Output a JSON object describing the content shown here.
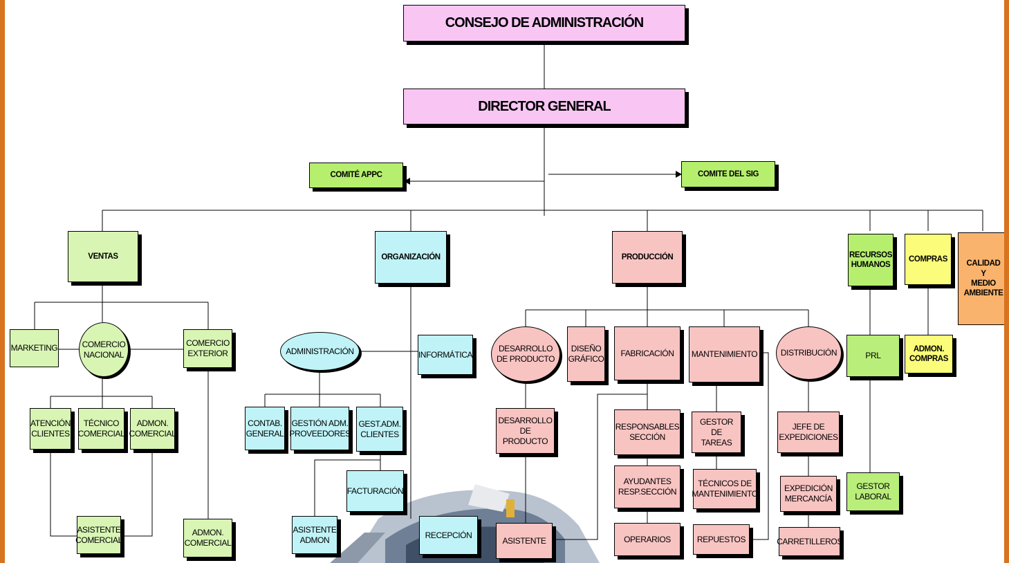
{
  "colors": {
    "frame": "#d8731f",
    "board": "#f9c6f4",
    "sales": "#d8f5b4",
    "committee": "#b6ef6e",
    "organization": "#bff3f7",
    "production": "#f8c4c2",
    "purchasing": "#fbfc7a",
    "quality": "#f9b36d"
  },
  "nodes": {
    "consejo": "CONSEJO DE ADMINISTRACIÓN",
    "director": "DIRECTOR GENERAL",
    "comite_appc": "COMITÉ APPC",
    "comite_sig": "COMITE DEL SIG",
    "ventas": "VENTAS",
    "organizacion": "ORGANIZACIÓN",
    "produccion": "PRODUCCIÓN",
    "rrhh": "RECURSOS\nHUMANOS",
    "compras": "COMPRAS",
    "calidad": "CALIDAD\nY\nMEDIO\nAMBIENTE",
    "marketing": "MARKETING",
    "comercio_nacional": "COMERCIO\nNACIONAL",
    "comercio_exterior": "COMERCIO\nEXTERIOR",
    "atencion_clientes": "ATENCIÓN\nCLIENTES",
    "tecnico_comercial": "TÉCNICO\nCOMERCIAL",
    "admon_comercial_1": "ADMON.\nCOMERCIAL",
    "asistente_comercial": "ASISTENTE\nCOMERCIAL",
    "admon_comercial_2": "ADMON.\nCOMERCIAL",
    "administracion": "ADMINISTRACIÓN",
    "informatica": "INFORMÁTICA",
    "contab_general": "CONTAB.\nGENERAL",
    "gestion_proveedores": "GESTIÓN ADM.\nPROVEEDORES",
    "gest_clientes": "GEST.ADM.\nCLIENTES",
    "facturacion": "FACTURACIÓN",
    "asistente_admon": "ASISTENTE\nADMON",
    "recepcion": "RECEPCIÓN",
    "desarrollo_producto": "DESARROLLO\nDE PRODUCTO",
    "diseno_grafico": "DISEÑO\nGRÁFICO",
    "fabricacion": "FABRICACIÓN",
    "mantenimiento": "MANTENIMIENTO",
    "distribucion": "DISTRIBUCIÓN",
    "desarrollo_producto_2": "DESARROLLO\nDE PRODUCTO",
    "asistente": "ASISTENTE",
    "responsables_seccion": "RESPONSABLES\nSECCIÓN",
    "ayudantes": "AYUDANTES\nRESP.SECCIÓN",
    "operarios": "OPERARIOS",
    "gestor_tareas": "GESTOR DE\nTAREAS",
    "tecnicos_mantenimiento": "TÉCNICOS DE\nMANTENIMIENTO",
    "repuestos": "REPUESTOS",
    "jefe_expediciones": "JEFE DE\nEXPEDICIONES",
    "expedicion_mercancia": "EXPEDICIÓN\nMERCANCÍA",
    "carretilleros": "CARRETILLEROS",
    "prl": "PRL",
    "gestor_laboral": "GESTOR\nLABORAL",
    "admon_compras": "ADMON.\nCOMPRAS"
  }
}
